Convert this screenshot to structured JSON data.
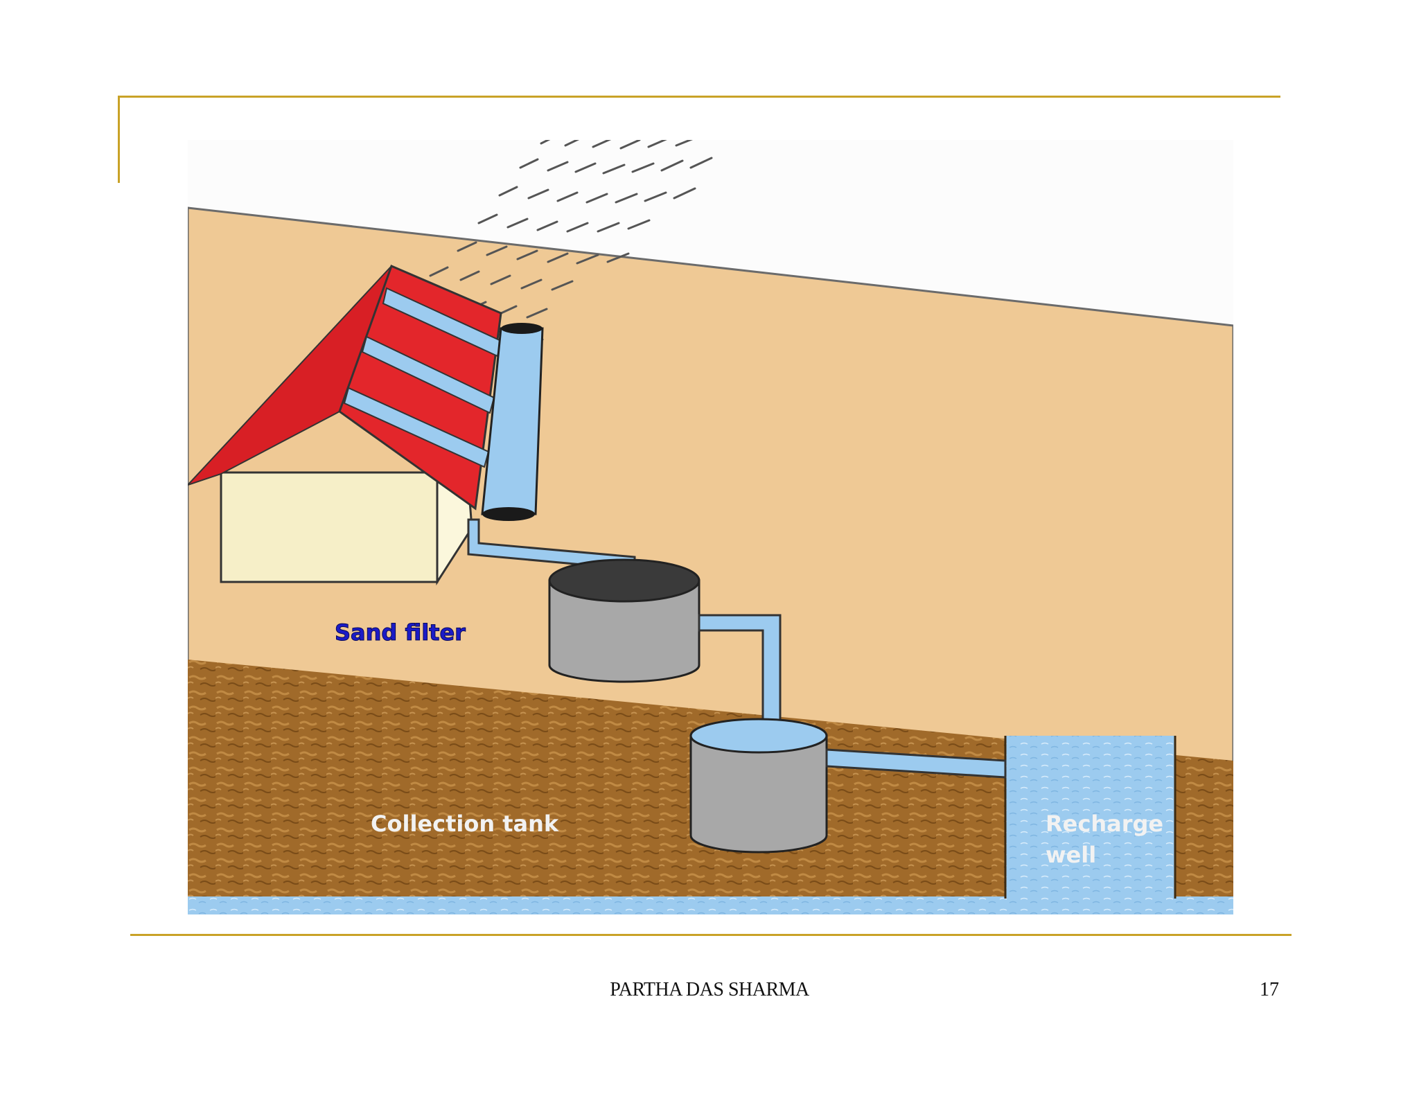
{
  "diagram": {
    "labels": {
      "sand_filter": "Sand filter",
      "collection_tank": "Collection tank",
      "recharge_well_line1": "Recharge",
      "recharge_well_line2": "well"
    },
    "colors": {
      "ground": "#efc995",
      "soil": "#a06a2a",
      "water": "#9ccbef",
      "roof": "#e3262b",
      "house": "#f6efc8",
      "tank": "#a8a8a8",
      "label_blue": "#1b1bc7",
      "label_white": "#f2f2f2"
    }
  },
  "footer": {
    "author": "PARTHA DAS SHARMA",
    "page_number": "17"
  }
}
